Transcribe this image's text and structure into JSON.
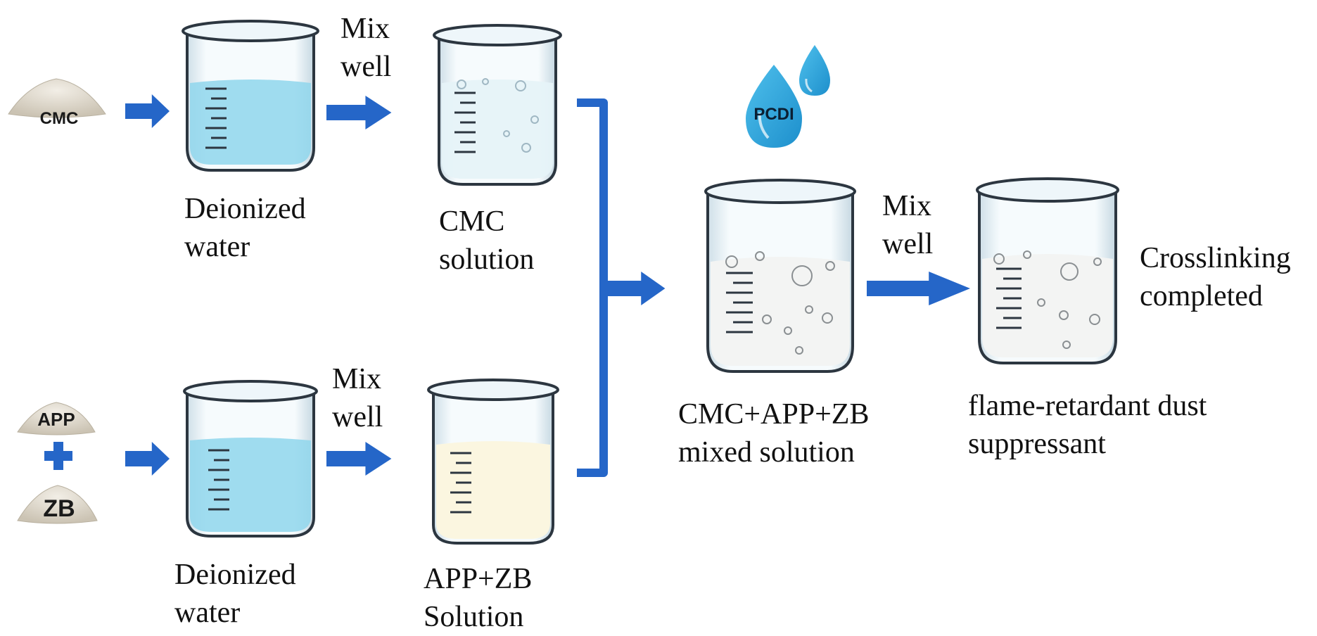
{
  "powders": {
    "cmc": "CMC",
    "app": "APP",
    "zb": "ZB"
  },
  "drop_label": "PCDI",
  "labels": {
    "deionized_water_top": [
      "Deionized",
      "water"
    ],
    "deionized_water_bottom": [
      "Deionized",
      "water"
    ],
    "mix_well_1": [
      "Mix",
      "well"
    ],
    "mix_well_2": [
      "Mix",
      "well"
    ],
    "mix_well_3": [
      "Mix",
      "well"
    ],
    "cmc_solution": [
      "CMC",
      "solution"
    ],
    "app_zb_solution": [
      "APP+ZB",
      "Solution"
    ],
    "mixed_solution": [
      "CMC+APP+ZB",
      "mixed solution"
    ],
    "flame_retardant": [
      "flame-retardant dust",
      "suppressant"
    ],
    "crosslinking": [
      "Crosslinking",
      "completed"
    ]
  },
  "colors": {
    "arrow": "#2566c8",
    "water": "#8fd6ec",
    "cmc_solution": "#e6f3f8",
    "app_zb_solution": "#fbf6e0",
    "mixed": "#f3f4f3",
    "drop": "#2aa4dc"
  },
  "icons": {
    "powder": "powder-pile-icon",
    "beaker": "beaker-icon",
    "drop": "water-drop-icon",
    "plus": "plus-icon",
    "arrow": "right-arrow-icon"
  }
}
